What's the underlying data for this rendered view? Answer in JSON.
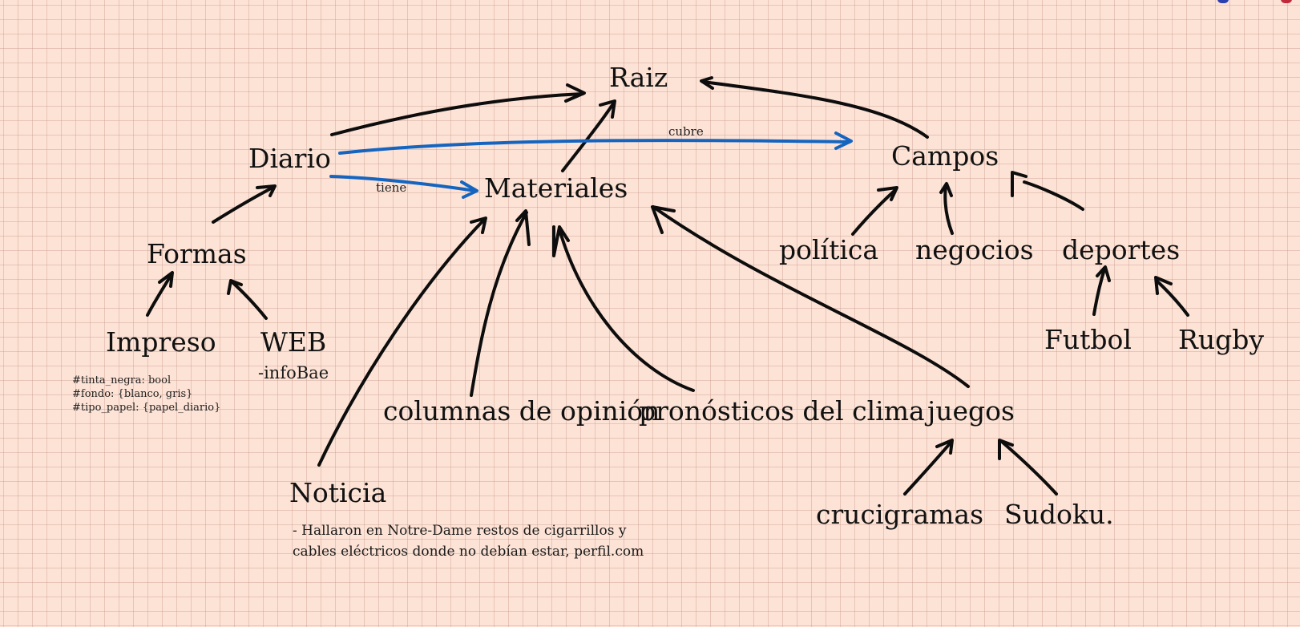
{
  "nodes": {
    "raiz": "Raiz",
    "diario": "Diario",
    "campos": "Campos",
    "materiales": "Materiales",
    "formas": "Formas",
    "impreso": "Impreso",
    "web": "WEB",
    "politica": "política",
    "negocios": "negocios",
    "deportes": "deportes",
    "futbol": "Futbol",
    "rugby": "Rugby",
    "columnas": "columnas de opinión",
    "pronosticos": "pronósticos del clima",
    "juegos": "juegos",
    "noticia": "Noticia",
    "crucigramas": "crucigramas",
    "sudoku": "Sudoku."
  },
  "edge_labels": {
    "cubre": "cubre",
    "tiene": "tiene"
  },
  "annotations": {
    "web_example": "-infoBae",
    "impreso_attrs": [
      "#tinta_negra: bool",
      "#fondo: {blanco, gris}",
      "#tipo_papel: {papel_diario}"
    ],
    "noticia_example": [
      "- Hallaron en Notre-Dame restos de cigarrillos y",
      "cables eléctricos donde no debían estar, perfil.com"
    ]
  },
  "colors": {
    "background": "#fde3d6",
    "ink": "#0d0d0d",
    "relation": "#1565c0"
  }
}
